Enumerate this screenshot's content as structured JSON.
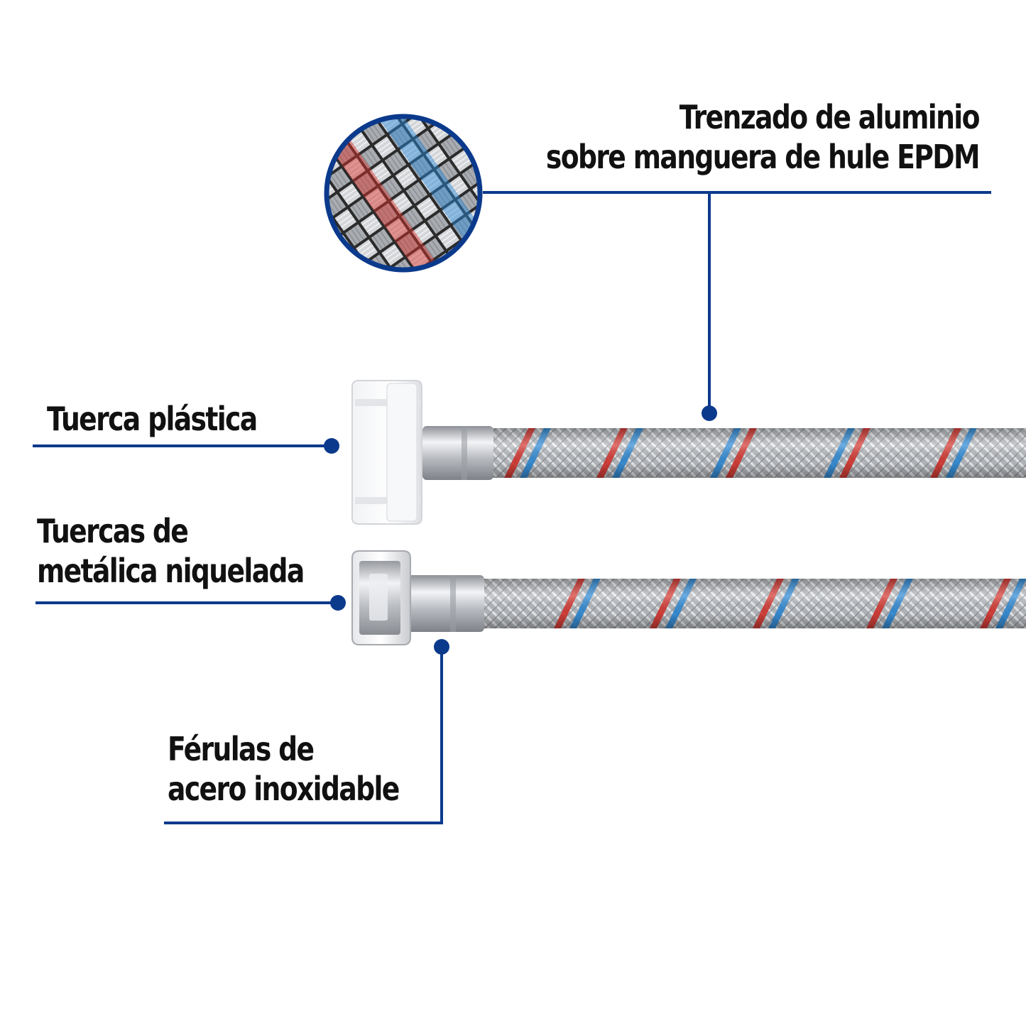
{
  "colors": {
    "accent": "#0b3a8c",
    "braid_red": "#d8322b",
    "braid_blue": "#2a8ad8",
    "metal": "#c4c7cc"
  },
  "labels": {
    "braid": {
      "line1": "Trenzado de aluminio",
      "line2": "sobre manguera de hule EPDM"
    },
    "plastic_nut": {
      "line1": "Tuerca plástica"
    },
    "metal_nut": {
      "line1": "Tuercas de",
      "line2": "metálica niquelada"
    },
    "ferrule": {
      "line1": "Férulas de",
      "line2": "acero inoxidable"
    }
  }
}
